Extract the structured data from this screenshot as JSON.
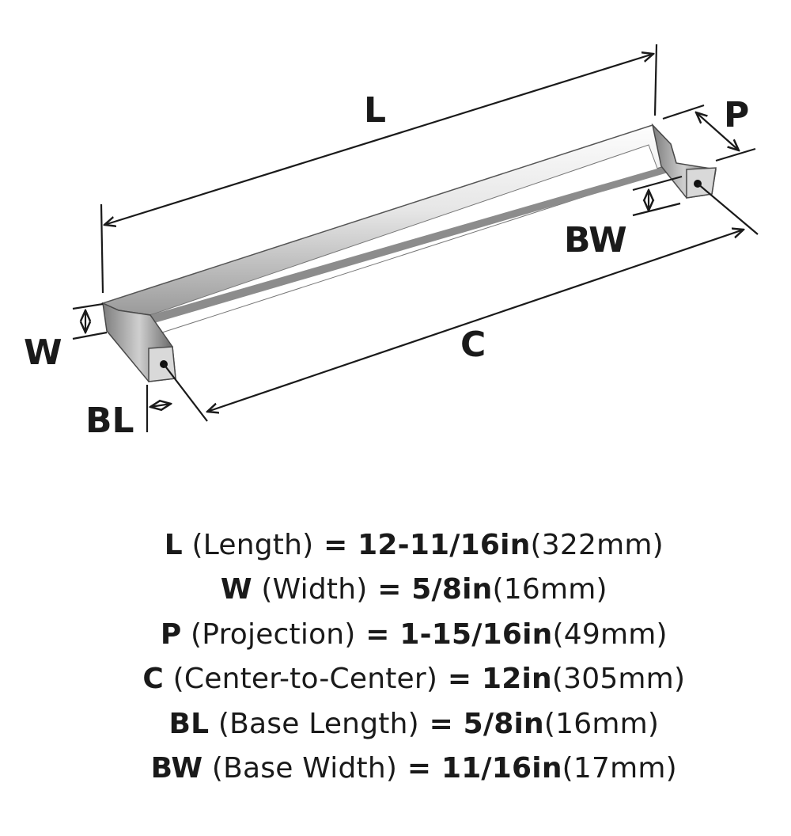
{
  "diagram": {
    "labels": {
      "L": "L",
      "P": "P",
      "BW": "BW",
      "W": "W",
      "C": "C",
      "BL": "BL"
    }
  },
  "specs": [
    {
      "code": "L",
      "desc": " (Length)",
      "eq": " = 12-11/16in",
      "metric": "(322mm)"
    },
    {
      "code": "W",
      "desc": " (Width)",
      "eq": " = 5/8in",
      "metric": "(16mm)"
    },
    {
      "code": "P",
      "desc": " (Projection)",
      "eq": " = 1-15/16in",
      "metric": "(49mm)"
    },
    {
      "code": "C",
      "desc": " (Center-to-Center)",
      "eq": " = 12in",
      "metric": "(305mm)"
    },
    {
      "code": "BL",
      "desc": " (Base Length)",
      "eq": " = 5/8in",
      "metric": "(16mm)"
    },
    {
      "code": "BW",
      "desc": " (Base Width)",
      "eq": " = 11/16in",
      "metric": "(17mm)"
    }
  ]
}
